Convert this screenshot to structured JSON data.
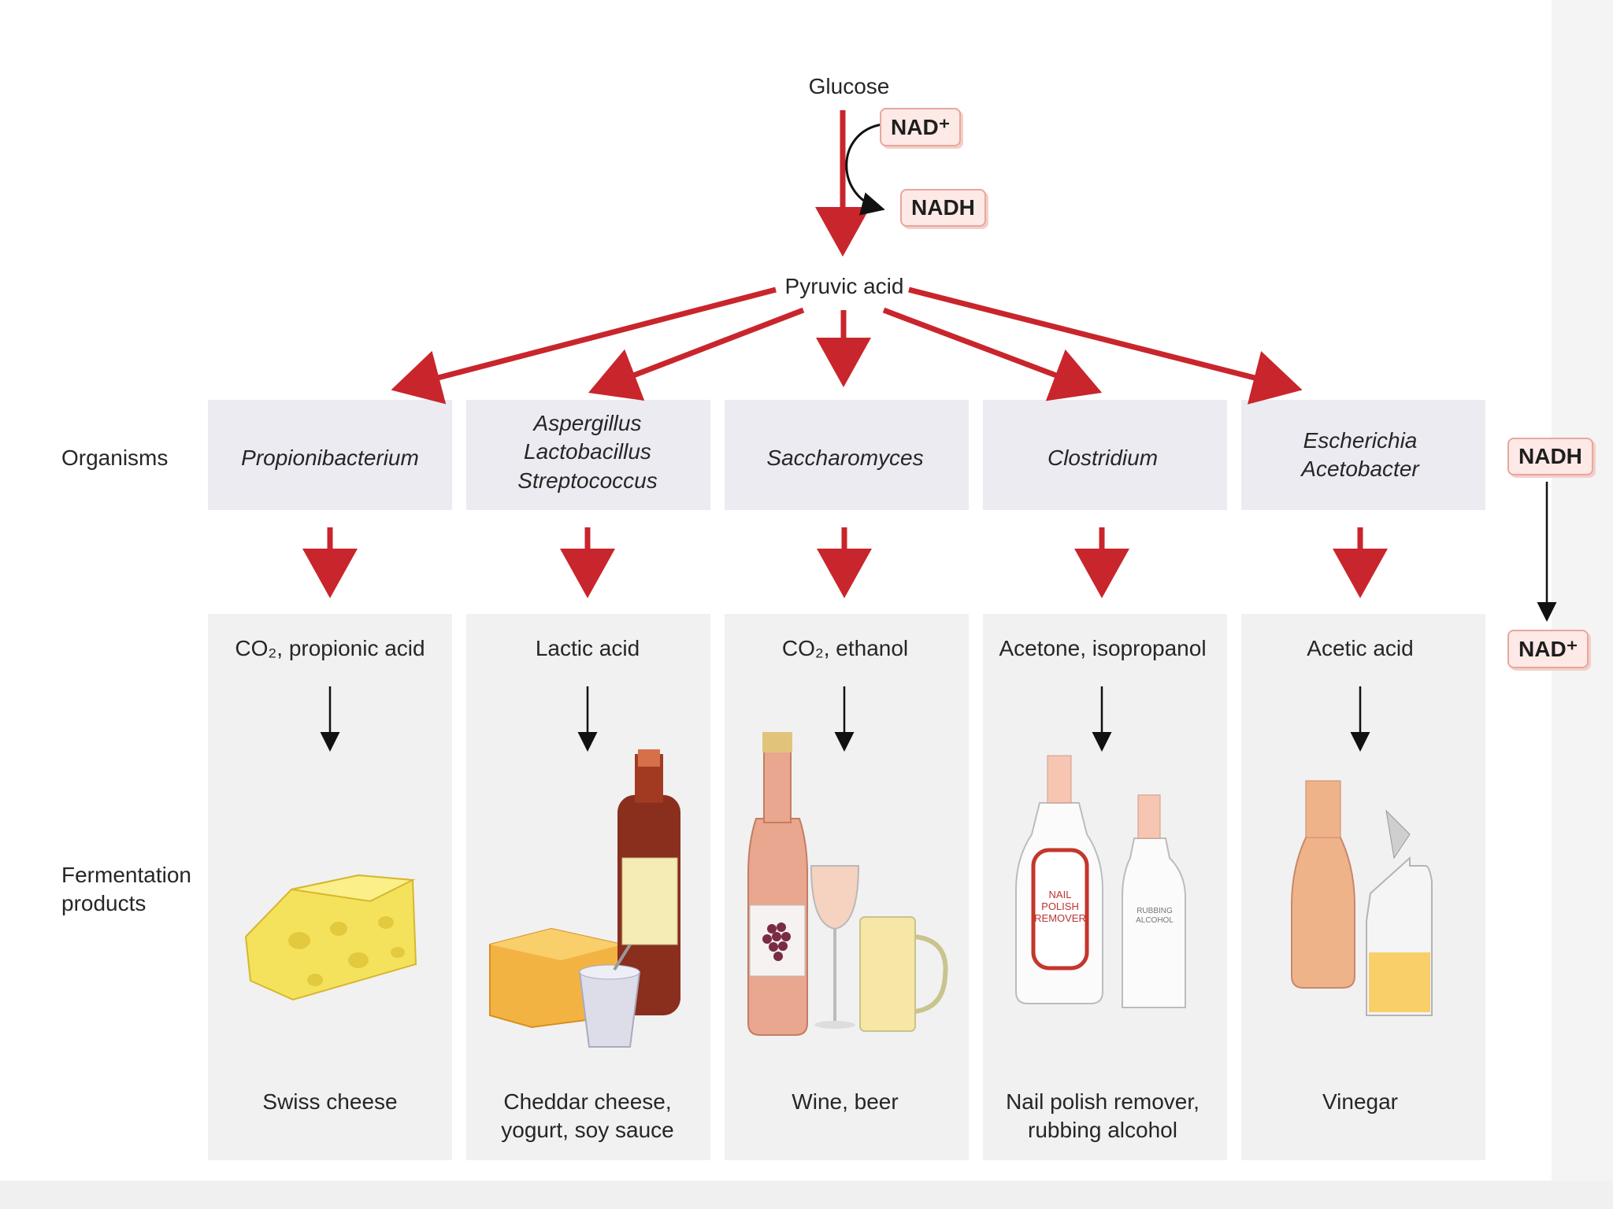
{
  "top": {
    "glucose": "Glucose",
    "nad_plus": "NAD⁺",
    "nadh": "NADH",
    "pyruvic": "Pyruvic acid"
  },
  "row_labels": {
    "organisms": "Organisms",
    "fermentation": [
      "Fermentation",
      "products"
    ]
  },
  "columns": [
    {
      "organisms": [
        "Propionibacterium"
      ],
      "product": "CO₂, propionic acid",
      "foods": [
        "Swiss cheese"
      ]
    },
    {
      "organisms": [
        "Aspergillus",
        "Lactobacillus",
        "Streptococcus"
      ],
      "product": "Lactic acid",
      "foods": [
        "Cheddar cheese,",
        "yogurt, soy sauce"
      ]
    },
    {
      "organisms": [
        "Saccharomyces"
      ],
      "product": "CO₂, ethanol",
      "foods": [
        "Wine, beer"
      ]
    },
    {
      "organisms": [
        "Clostridium"
      ],
      "product": "Acetone, isopropanol",
      "foods": [
        "Nail polish remover,",
        "rubbing alcohol"
      ]
    },
    {
      "organisms": [
        "Escherichia",
        "Acetobacter"
      ],
      "product": "Acetic acid",
      "foods": [
        "Vinegar"
      ]
    }
  ],
  "side": {
    "nadh": "NADH",
    "nad_plus": "NAD⁺"
  },
  "labels_on_images": {
    "nail_polish": [
      "NAIL",
      "POLISH",
      "REMOVER"
    ],
    "rubbing_alcohol": [
      "RUBBING",
      "ALCOHOL"
    ]
  },
  "colors": {
    "arrow_red": "#c9252c",
    "tag_bg": "#fde9e6",
    "tag_border": "#e8a69d",
    "panel": "#efeff0"
  }
}
